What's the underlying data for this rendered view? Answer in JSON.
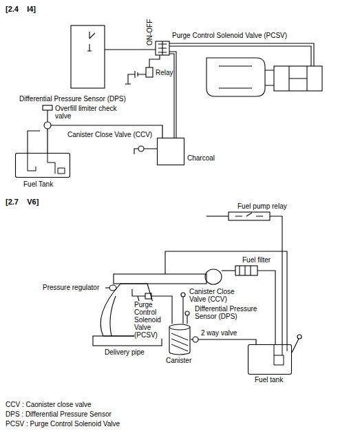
{
  "diagram": {
    "nodes": [
      {
        "text": [
          "Charcoal"
        ]
      },
      {
        "text": [
          "Fuel Tank"
        ]
      },
      {
        "text": [
          "Canister"
        ]
      },
      {
        "text": [
          "Fuel tank"
        ]
      }
    ],
    "edges": [
      {
        "from": 0,
        "to": 1,
        "arrow": "none"
      },
      {
        "from": 2,
        "to": 3,
        "arrow": "none"
      }
    ],
    "labels": [
      "[2.4    I4]",
      "Purge Control Solenoid Valve (PCSV)",
      "ON-OFF",
      "Relay",
      "Differential Pressure Sensor (DPS)",
      "Overfill limiter check valve",
      "Canister Close Valve (CCV)",
      "[2.7    V6]",
      "Fuel pump relay",
      "Fuel filter",
      "Pressure regulator",
      "Purge Control Solenoid Valve (PCSV)",
      "Canister Close Valve (CCV)",
      "Differential Pressure Sensor (DPS)",
      "2 way valve",
      "Delivery pipe",
      "CCV : Caonister close valve",
      "DPS : Differential Pressure Sensor",
      "PCSV : Purge Control Solenoid Valve"
    ]
  }
}
